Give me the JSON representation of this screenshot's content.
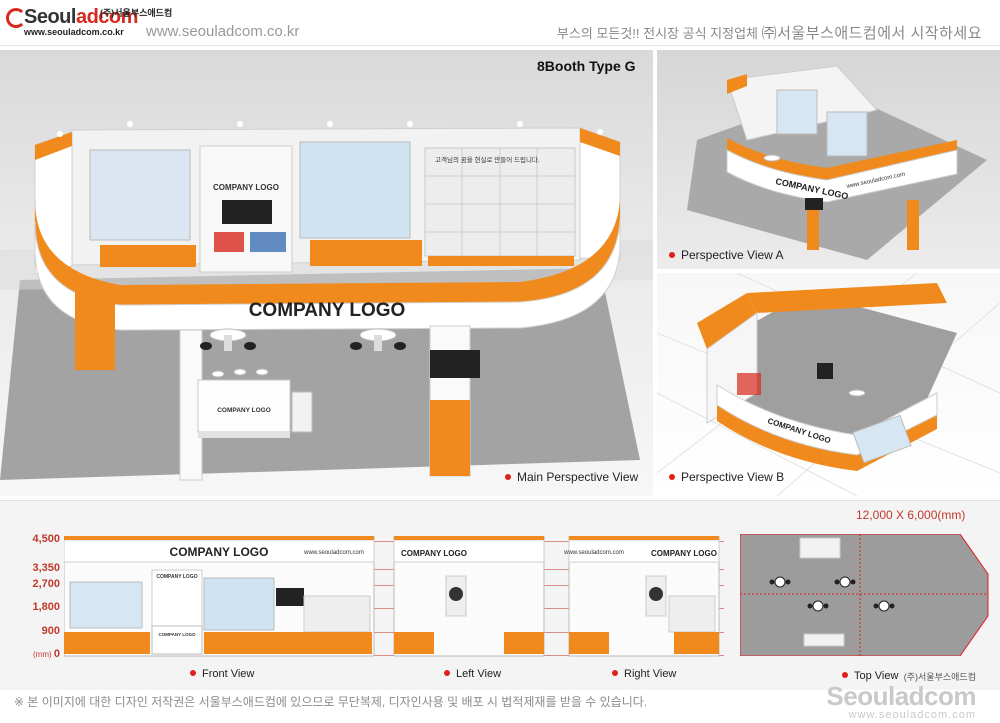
{
  "header": {
    "logo_prefix": "Seoul",
    "logo_accent": "adcom",
    "logo_korean": "(주)서울부스애드컴",
    "logo_url": "www.seouladcom.co.kr",
    "site_url": "www.seouladcom.co.kr",
    "tagline_small": "부스의 모든것!! 전시장 공식 지정업체",
    "tagline_big": "㈜서울부스애드컴에서 시작하세요"
  },
  "main_view": {
    "title": "8Booth Type G",
    "fascia_logo": "COMPANY LOGO",
    "inner_logo": "COMPANY LOGO",
    "counter_logo": "COMPANY LOGO",
    "banner_text": "고객님의 꿈을 현실로 만들어 드립니다.",
    "caption": "Main Perspective View"
  },
  "perspective_a": {
    "fascia_logo": "COMPANY LOGO",
    "fascia_url": "www.seouladcom.com",
    "caption": "Perspective View A"
  },
  "perspective_b": {
    "fascia_logo": "COMPANY LOGO",
    "caption": "Perspective View B"
  },
  "elevations": {
    "unit": "(mm)",
    "heights": [
      "4,500",
      "3,350",
      "2,700",
      "1,800",
      "900",
      "0"
    ],
    "front": {
      "logo": "COMPANY LOGO",
      "inner_logo": "COMPANY LOGO",
      "counter_logo": "COMPANY LOGO",
      "url": "www.seouladcom.com",
      "caption": "Front View"
    },
    "left": {
      "logo": "COMPANY LOGO",
      "caption": "Left View"
    },
    "right": {
      "logo": "COMPANY LOGO",
      "url": "www.seouladcom.com",
      "caption": "Right View"
    },
    "top": {
      "size": "12,000 X 6,000(mm)",
      "caption": "Top View"
    }
  },
  "footer": {
    "copyright_note": "※ 본 이미지에 대한 디자인 저작권은 서울부스애드컴에 있으므로 무단복제, 디자인사용 및 배포 시 법적제재를 받을 수 있습니다.",
    "brand_korean": "(주)서울부스애드컴",
    "brand_name": "Seouladcom",
    "brand_url": "www.seouladcom.com"
  },
  "colors": {
    "accent_orange": "#f08a1c",
    "accent_red": "#d8281d",
    "wall_white": "#f4f4f4",
    "floor_gray": "#9c9c9c"
  }
}
